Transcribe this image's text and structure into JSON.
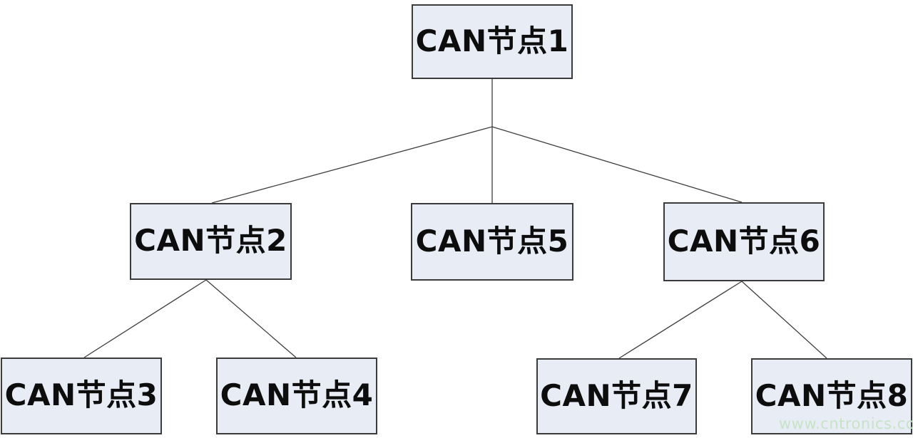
{
  "diagram": {
    "type": "tree",
    "description": "CAN bus node hierarchy",
    "nodes": [
      {
        "id": "n1",
        "label": "CAN节点1"
      },
      {
        "id": "n2",
        "label": "CAN节点2"
      },
      {
        "id": "n3",
        "label": "CAN节点3"
      },
      {
        "id": "n4",
        "label": "CAN节点4"
      },
      {
        "id": "n5",
        "label": "CAN节点5"
      },
      {
        "id": "n6",
        "label": "CAN节点6"
      },
      {
        "id": "n7",
        "label": "CAN节点7"
      },
      {
        "id": "n8",
        "label": "CAN节点8"
      }
    ],
    "edges": [
      {
        "from": "n1",
        "to": "n2"
      },
      {
        "from": "n1",
        "to": "n5"
      },
      {
        "from": "n1",
        "to": "n6"
      },
      {
        "from": "n2",
        "to": "n3"
      },
      {
        "from": "n2",
        "to": "n4"
      },
      {
        "from": "n6",
        "to": "n7"
      },
      {
        "from": "n6",
        "to": "n8"
      }
    ]
  },
  "watermark": {
    "text": "www.cntronics.com",
    "color": "#c6e3c6"
  },
  "colors": {
    "background": "#ffffff",
    "box_fill": "#e8ecf5",
    "box_border": "#3b3b3b",
    "connector": "#3f3f3f",
    "label_text": "#0d0d0d"
  }
}
